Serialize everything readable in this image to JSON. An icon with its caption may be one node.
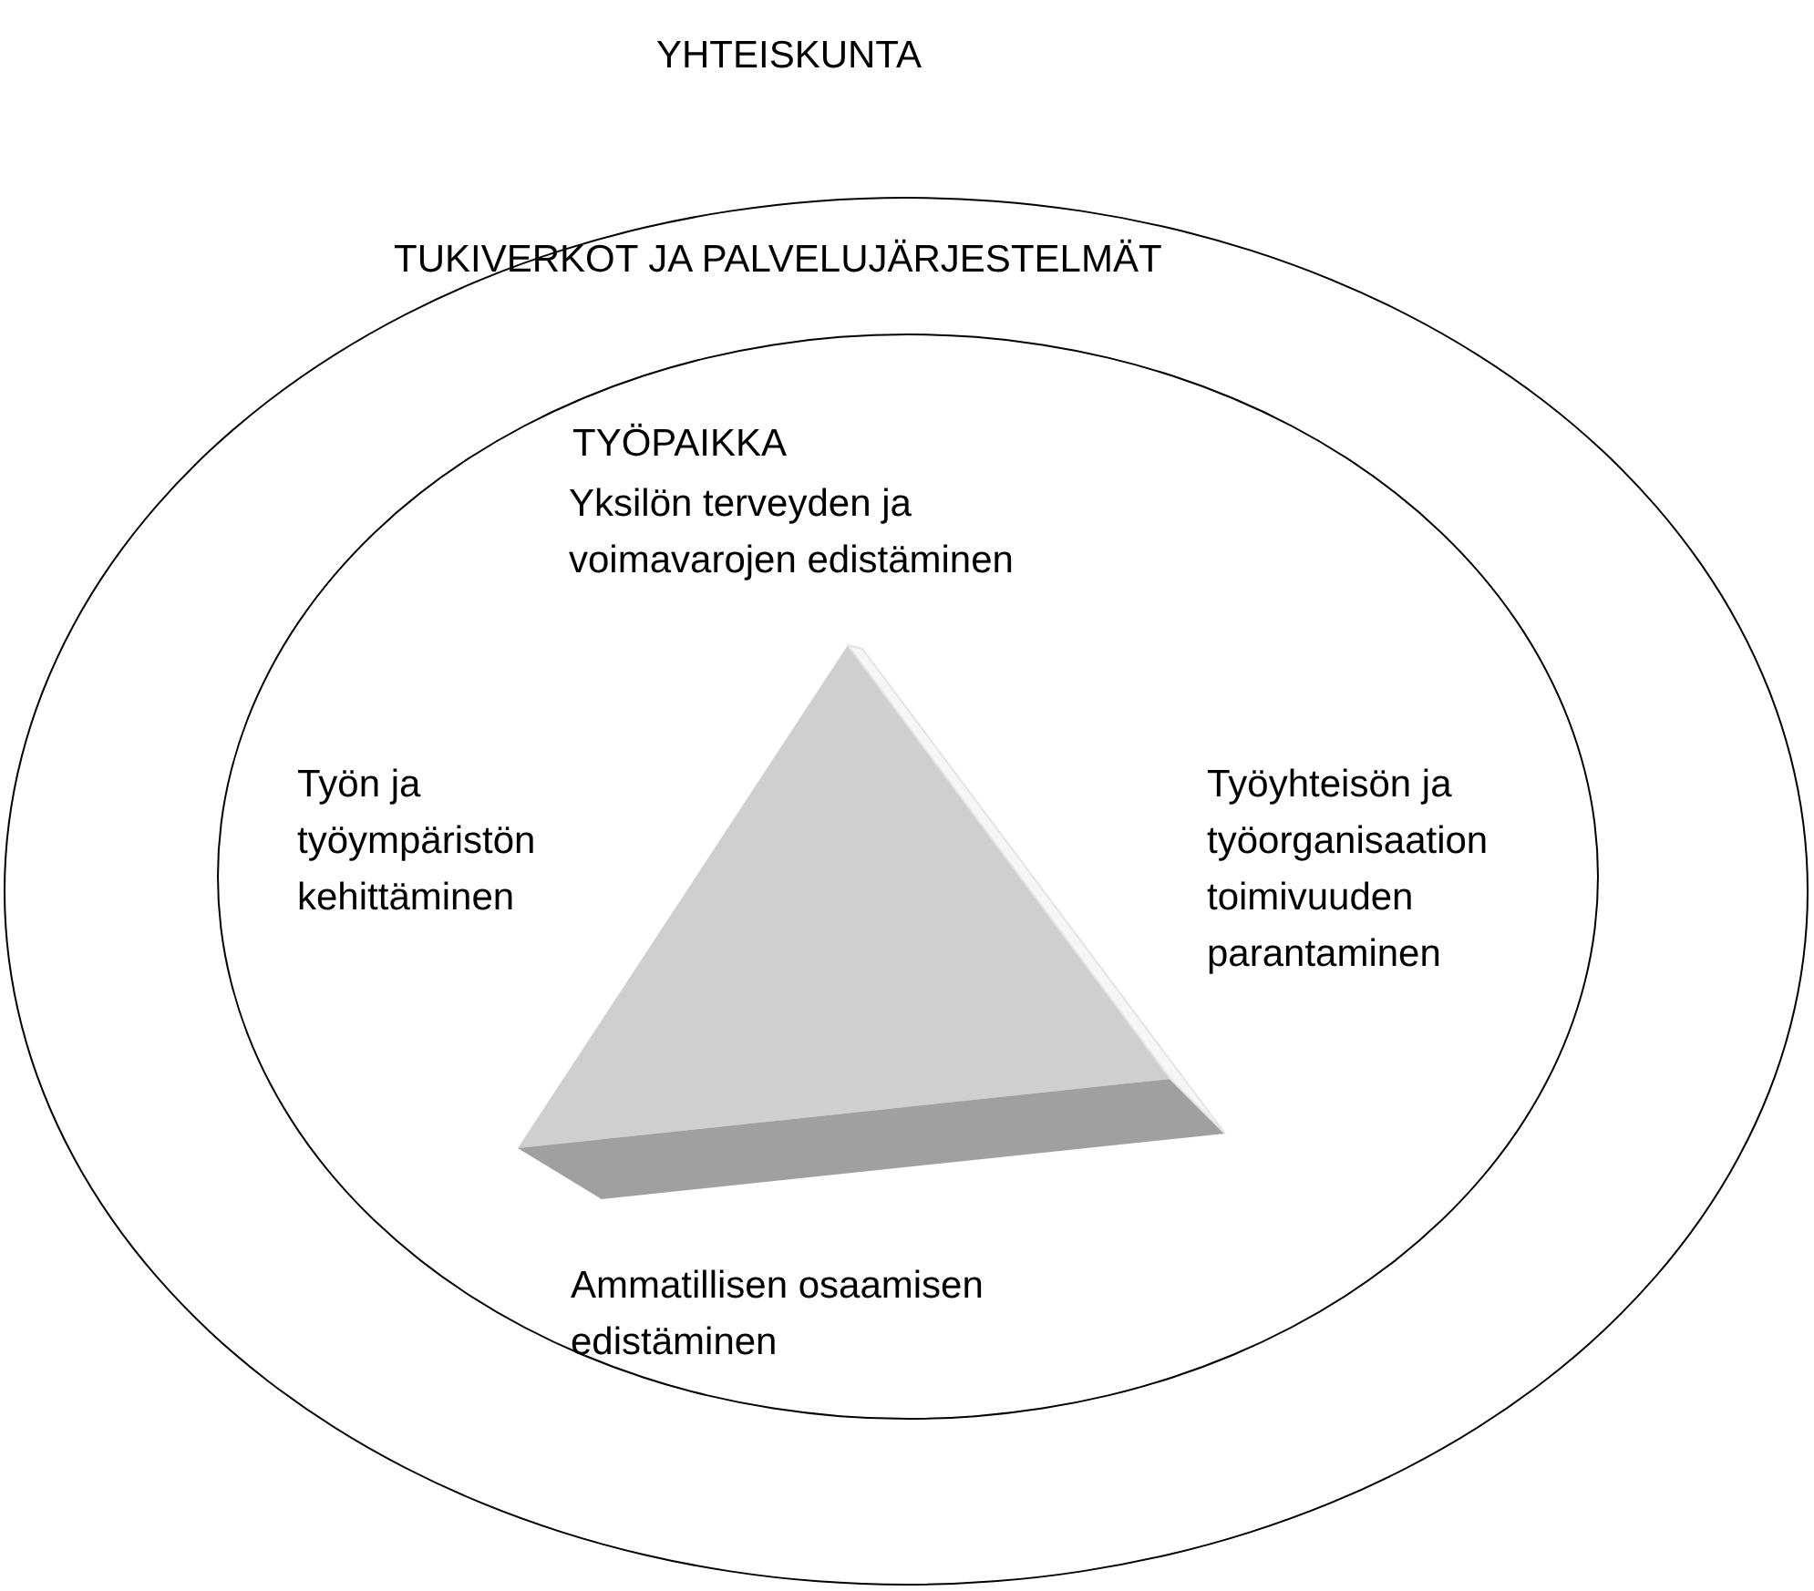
{
  "diagram": {
    "nodes": [
      {
        "text": [
          "TUKIVERKOT JA PALVELUJÄRJESTELMÄT"
        ]
      },
      {
        "text": [
          "TYÖPAIKKA"
        ],
        "in": 0
      },
      {
        "text": [],
        "shape": "triangle",
        "in": 1
      }
    ],
    "labels": [
      "YHTEISKUNTA",
      "Yksilön terveyden ja voimavarojen edistäminen",
      "Työn ja työympäristön kehittäminen",
      "Työyhteisön ja työorganisaation toimivuuden parantaminen",
      "Ammatillisen osaamisen edistäminen"
    ]
  }
}
